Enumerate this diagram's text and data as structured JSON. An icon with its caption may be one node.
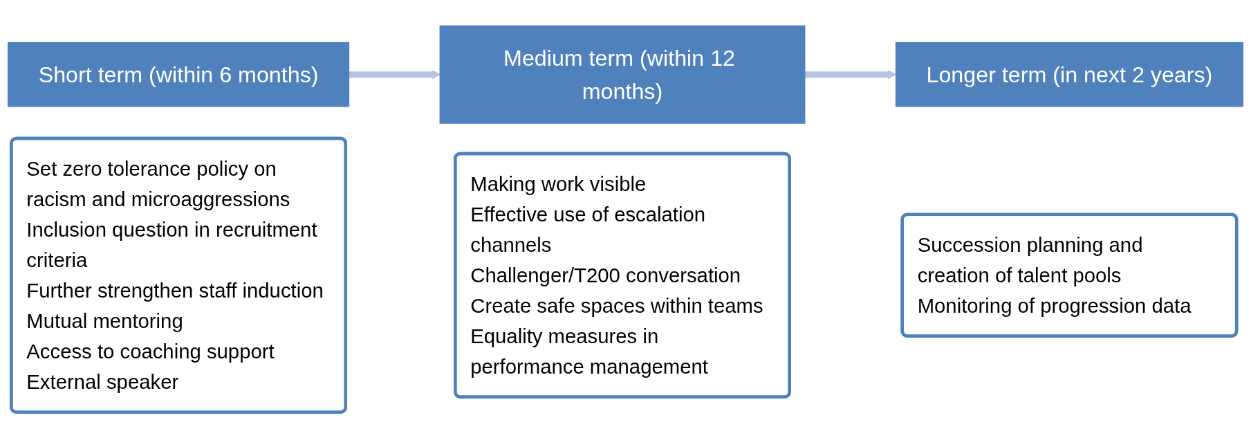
{
  "diagram": {
    "nodes": [
      {
        "text": [
          "Short term (within 6 months)"
        ]
      },
      {
        "text": [
          "Set zero tolerance policy on racism and microaggressions",
          "Inclusion question in recruitment criteria",
          "Further strengthen staff induction",
          "Mutual mentoring",
          "Access to coaching support",
          "External speaker"
        ]
      },
      {
        "text": [
          "Medium term (within 12 months)"
        ]
      },
      {
        "text": [
          "Making work visible",
          "Effective use of escalation channels",
          "Challenger/T200 conversation",
          "Create safe spaces within teams",
          "Equality measures in performance management"
        ]
      },
      {
        "text": [
          "Longer term (in next 2 years)"
        ]
      },
      {
        "text": [
          "Succession planning and creation of talent pools",
          "Monitoring of progression data"
        ]
      }
    ],
    "edges": [
      {
        "from": 0,
        "to": 2,
        "arrow": "to"
      },
      {
        "from": 2,
        "to": 4,
        "arrow": "to"
      }
    ]
  }
}
